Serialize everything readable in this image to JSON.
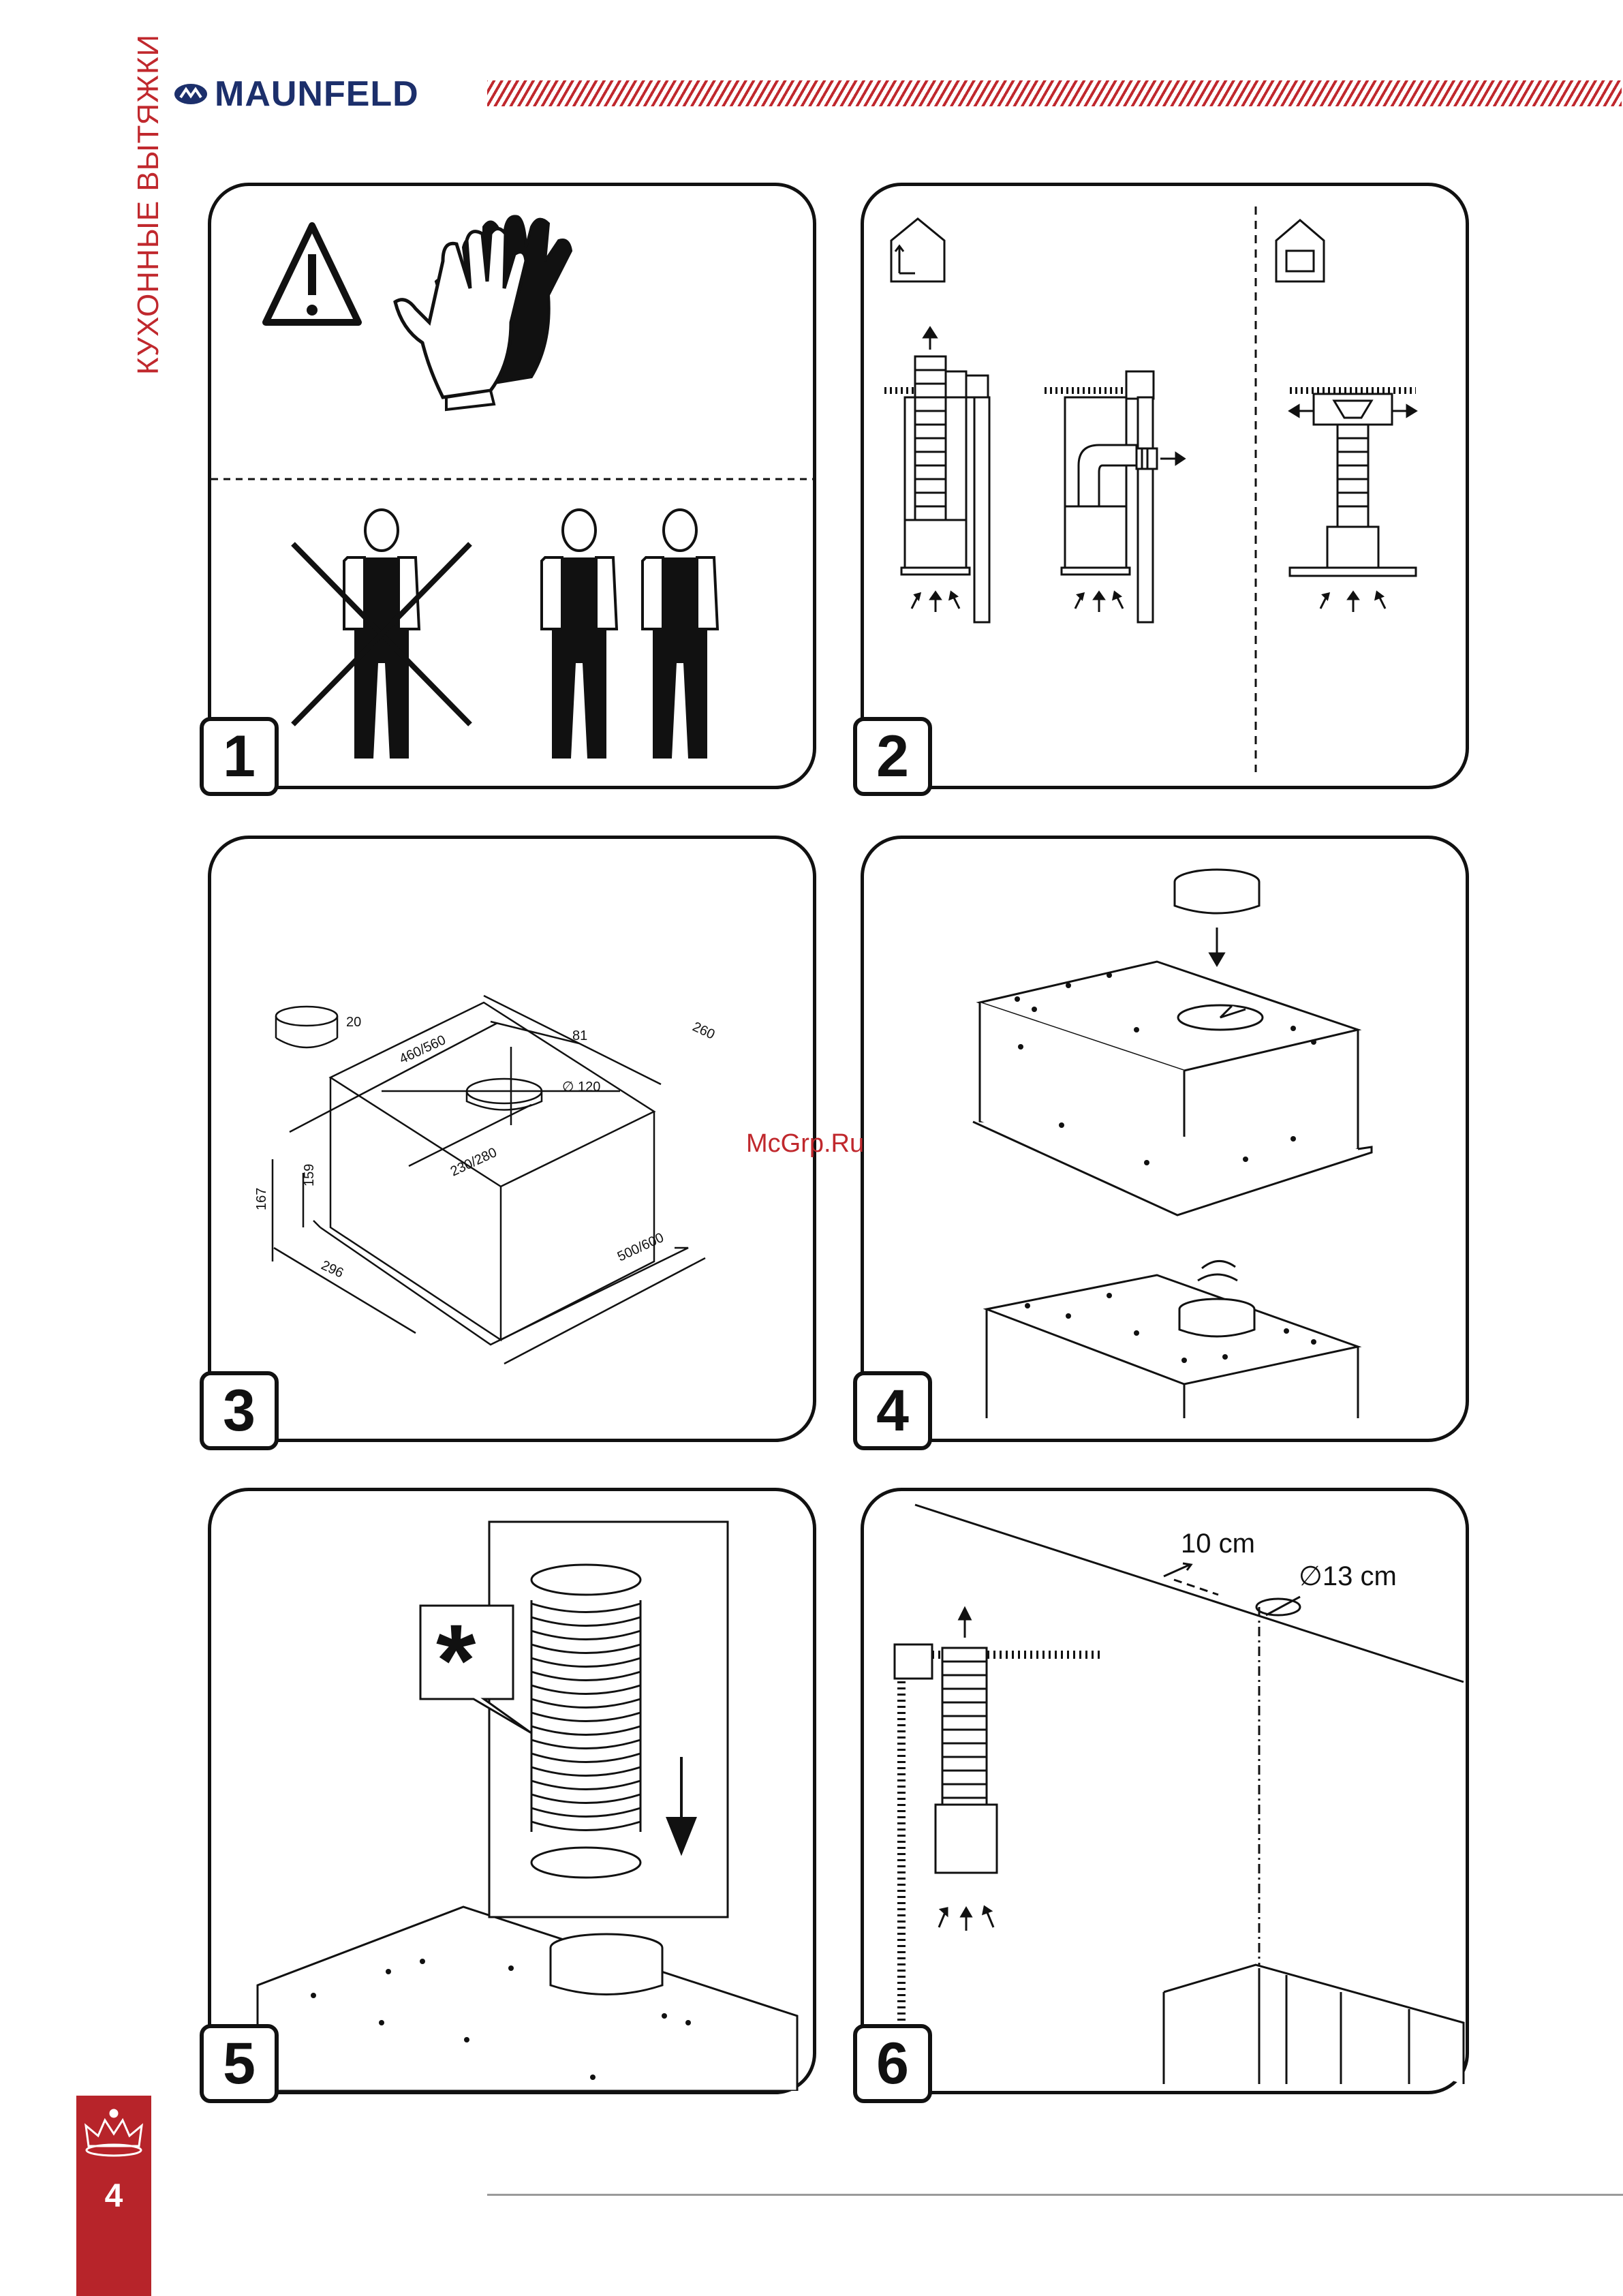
{
  "header": {
    "section_title": "КУХОННЫЕ ВЫТЯЖКИ",
    "brand": "MAUNFELD"
  },
  "steps": [
    {
      "number": "1"
    },
    {
      "number": "2"
    },
    {
      "number": "3"
    },
    {
      "number": "4"
    },
    {
      "number": "5"
    },
    {
      "number": "6"
    }
  ],
  "panel3_dimensions": {
    "ring_height": "20",
    "width_top": "460/560",
    "offset": "81",
    "depth_top": "260",
    "outlet_diameter": "∅ 120",
    "inner_width": "230/280",
    "height_159": "159",
    "height_167": "167",
    "depth_bottom": "296",
    "width_bottom": "500/600"
  },
  "panel5": {
    "symbol": "*"
  },
  "panel6_dimensions": {
    "distance": "10 cm",
    "hole_diameter": "∅13 cm"
  },
  "watermark": "McGrp.Ru",
  "footer": {
    "page_number": "4"
  },
  "colors": {
    "accent_red": "#c0282d",
    "brand_navy": "#1c2f6b"
  }
}
